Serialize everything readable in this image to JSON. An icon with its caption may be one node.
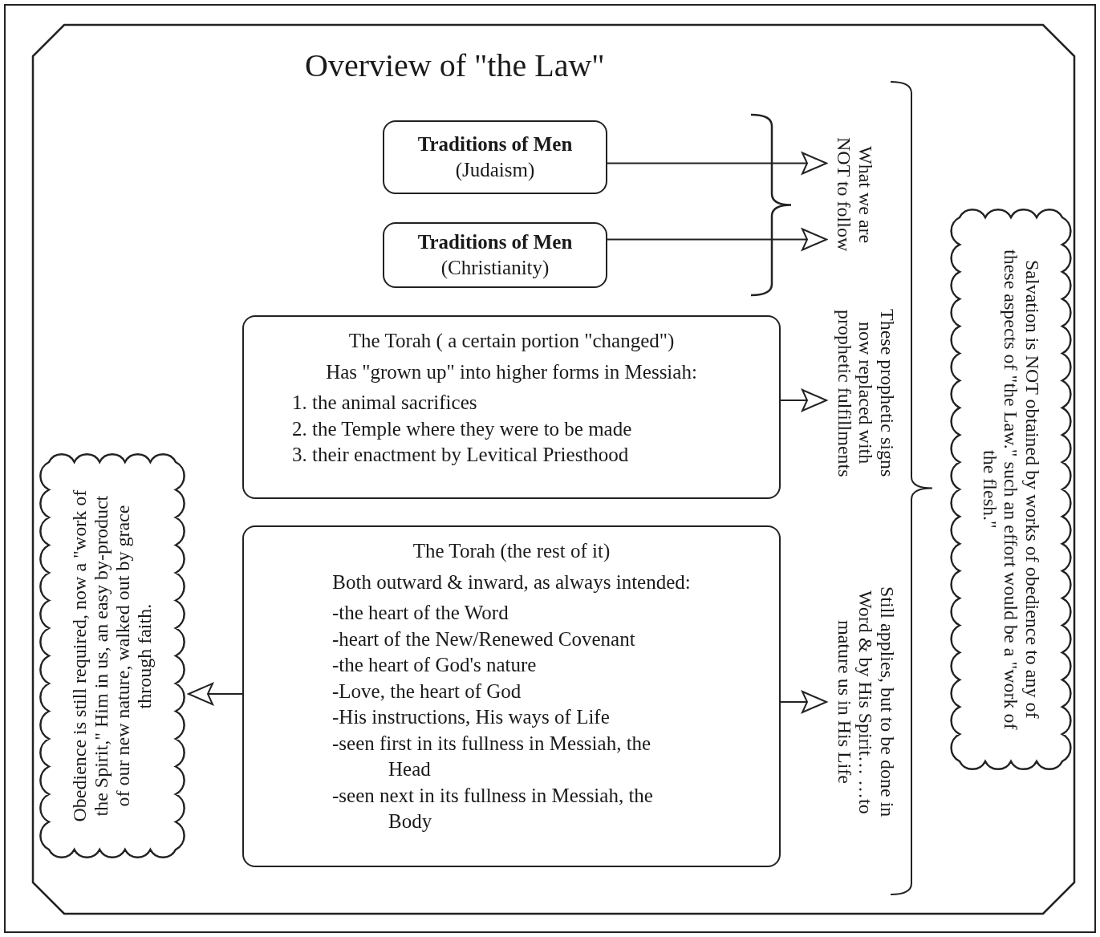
{
  "diagram": {
    "nodes": [
      {
        "text": [
          "Overview of \"the Law\""
        ]
      },
      {
        "text": [
          "Traditions of Men",
          "(Judaism)"
        ],
        "in": 0
      },
      {
        "text": [
          "Traditions of Men",
          "(Christianity)"
        ],
        "in": 0
      },
      {
        "text": [
          "What we are NOT to follow"
        ],
        "in": 0
      },
      {
        "text": [
          "The Torah ( a certain portion \"changed\")",
          "Has \"grown up\" into higher forms in Messiah:",
          "1. the animal sacrifices",
          "2. the Temple where they were to be made",
          "3. their enactment by Levitical Priesthood"
        ],
        "in": 0
      },
      {
        "text": [
          "These prophetic signs now replaced with prophetic fulfillments"
        ],
        "in": 0
      },
      {
        "text": [
          "The Torah (the rest of it)",
          "Both outward & inward, as always intended:",
          "-the heart of the Word",
          "-heart of the New/Renewed Covenant",
          "-the heart of God's nature",
          "-Love, the heart of God",
          "-His instructions, His ways of Life",
          "-seen first in its fullness in Messiah, the Head",
          "-seen next in its fullness in Messiah, the Body"
        ],
        "in": 0
      },
      {
        "text": [
          "Still applies, but to be done in Word & by His Spirit… …to mature us in His Life"
        ],
        "in": 0
      },
      {
        "text": [
          "Obedience is still required, now a \"work of the Spirit,\" Him in us, an easy by-product of our new nature, walked out by grace through faith."
        ],
        "in": 0
      },
      {
        "text": [
          "Salvation is NOT obtained by works of obedience to any of these aspects of \"the Law.\" such an effort would be a \"work of the flesh.\""
        ],
        "in": 0
      }
    ],
    "edges": [
      {
        "from": 1,
        "to": 3,
        "arrow": "to"
      },
      {
        "from": 2,
        "to": 3,
        "arrow": "to"
      },
      {
        "from": 4,
        "to": 5,
        "arrow": "to"
      },
      {
        "from": 6,
        "to": 7,
        "arrow": "to"
      },
      {
        "from": 6,
        "to": 8,
        "arrow": "to"
      }
    ]
  }
}
